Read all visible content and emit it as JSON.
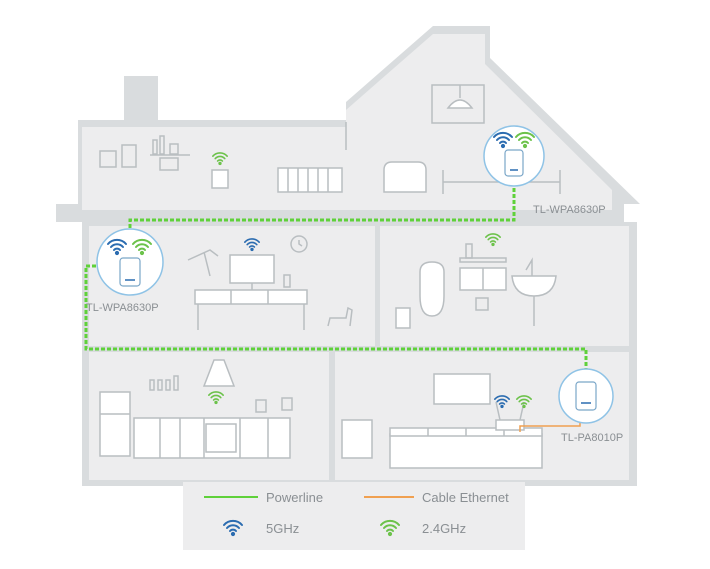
{
  "devices": [
    {
      "label": "TL-WPA8630P"
    },
    {
      "label": "TL-WPA8630P"
    },
    {
      "label": "TL-PA8010P"
    }
  ],
  "legend": {
    "powerline": "Powerline",
    "cable_ethernet": "Cable Ethernet",
    "band_5ghz": "5GHz",
    "band_24ghz": "2.4GHz"
  },
  "colors": {
    "powerline": "#5fd13a",
    "cable_ethernet": "#f0a050",
    "band_5ghz": "#2b6cb0",
    "band_24ghz": "#6cc24a",
    "house": "#d9dcde",
    "room": "#ededee"
  }
}
